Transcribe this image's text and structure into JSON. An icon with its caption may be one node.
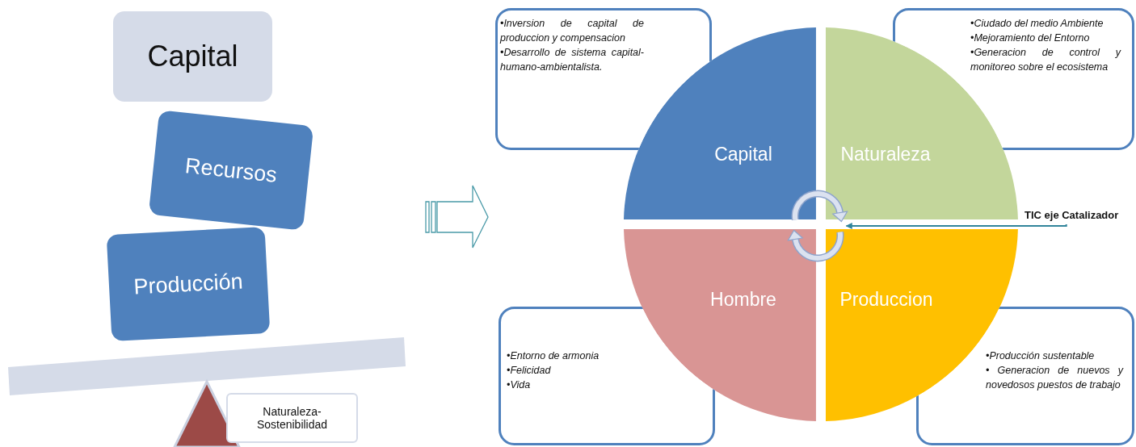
{
  "diagram": {
    "nodes": [
      {
        "text": [
          "Capital"
        ]
      },
      {
        "text": [
          "Recursos"
        ]
      },
      {
        "text": [
          "Producción"
        ]
      },
      {
        "text": [
          "Naturaleza- Sostenibilidad"
        ]
      },
      {
        "text": [
          "•Inversion de capital de produccion y compensacion",
          "•Desarrollo de sistema capital-humano-ambientalista."
        ]
      },
      {
        "text": [
          "•Ciudado del medio Ambiente",
          "•Mejoramiento del Entorno",
          "•Generacion de control y monitoreo sobre el ecosistema"
        ]
      },
      {
        "text": [
          "Capital"
        ]
      },
      {
        "text": [
          "Naturaleza"
        ]
      },
      {
        "text": [
          "Hombre"
        ]
      },
      {
        "text": [
          "Produccion"
        ]
      },
      {
        "text": [
          "•Entorno de armonia",
          "•Felicidad",
          "•Vida"
        ]
      },
      {
        "text": [
          "•Producción sustentable",
          "• Generacion de nuevos y novedosos puestos de trabajo"
        ]
      },
      {
        "text": [
          "TIC eje Catalizador"
        ]
      },
      {
        "text": [],
        "shape": "cycle"
      }
    ],
    "edges": [
      {
        "from": 12,
        "to": 13,
        "arrow": "to"
      }
    ]
  }
}
